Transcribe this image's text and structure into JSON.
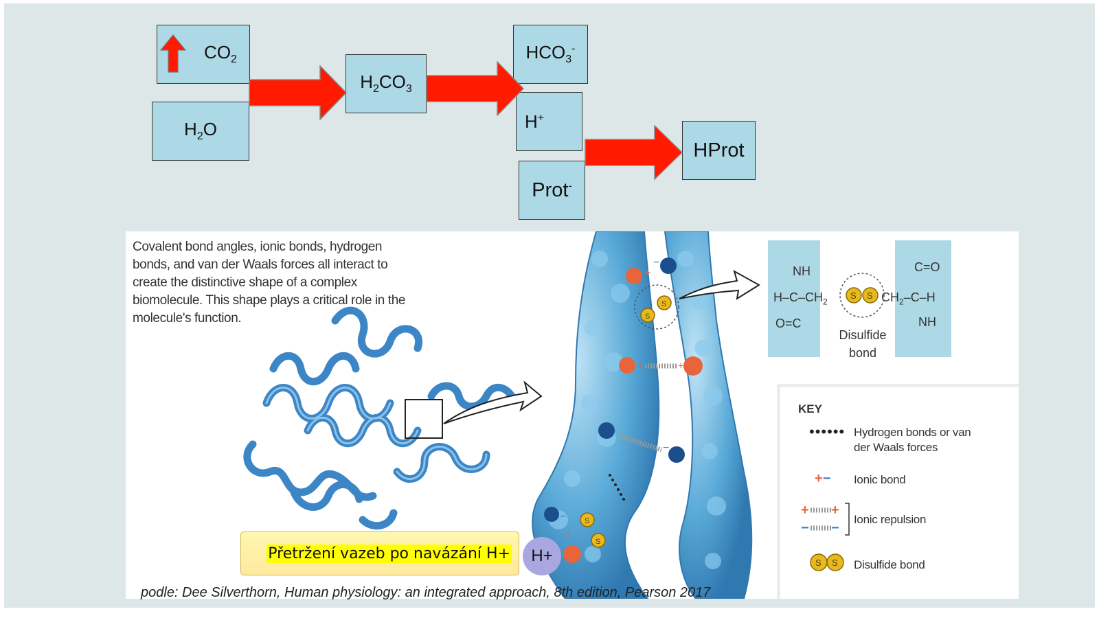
{
  "reaction": {
    "co2": {
      "main": "CO",
      "sub": "2"
    },
    "h2o": {
      "main1": "H",
      "sub": "2",
      "main2": "O"
    },
    "h2co3": {
      "main1": "H",
      "sub1": "2",
      "main2": "CO",
      "sub2": "3"
    },
    "hco3": {
      "main": "HCO",
      "sub": "3",
      "sup": "-"
    },
    "hplus": {
      "main": "H",
      "sup": "+"
    },
    "prot": {
      "main": "Prot",
      "sup": "-"
    },
    "hprot": "HProt"
  },
  "figure": {
    "description": "Covalent bond angles, ionic bonds, hydrogen bonds, and van der Waals forces all interact to create the distinctive shape of a complex biomolecule. This shape plays a critical role in the molecule's function.",
    "callout": "Přetržení vazeb po navázání H+",
    "hplus_bubble": "H+",
    "disulfide_label": "Disulfide bond",
    "chem_left": {
      "nh": "NH",
      "h_c": "H–C–CH",
      "sub": "2",
      "oc": "O=C"
    },
    "chem_right": {
      "co": "C=O",
      "ch": "CH",
      "sub": "2",
      "tail": "–C–H",
      "nh": "NH"
    },
    "key": {
      "title": "KEY",
      "items": [
        {
          "label": "Hydrogen bonds or van der Waals forces"
        },
        {
          "label": "Ionic bond"
        },
        {
          "label": "Ionic repulsion"
        },
        {
          "label": "Disulfide bond"
        }
      ]
    }
  },
  "citation": "podle: Dee Silverthorn, Human physiology: an integrated approach, 8th edition, Pearson 2017",
  "colors": {
    "box_fill": "#add8e6",
    "arrow_red": "#ff1a00",
    "protein_blue": "#4a9fd4",
    "callout_yellow": "#ffff00",
    "hplus_bubble": "#a9a7e0"
  }
}
